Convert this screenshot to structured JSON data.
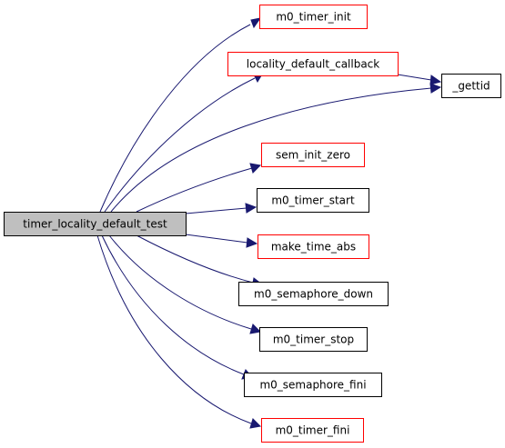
{
  "graph": {
    "root": {
      "id": "root",
      "label": "timer_locality_default_test"
    },
    "callees": [
      {
        "id": "m0_timer_init",
        "label": "m0_timer_init",
        "border": "#ff0000"
      },
      {
        "id": "locality_default_callback",
        "label": "locality_default_callback",
        "border": "#ff0000"
      },
      {
        "id": "gettid",
        "label": "_gettid",
        "border": "#000000"
      },
      {
        "id": "sem_init_zero",
        "label": "sem_init_zero",
        "border": "#ff0000"
      },
      {
        "id": "m0_timer_start",
        "label": "m0_timer_start",
        "border": "#000000"
      },
      {
        "id": "make_time_abs",
        "label": "make_time_abs",
        "border": "#ff0000"
      },
      {
        "id": "m0_semaphore_down",
        "label": "m0_semaphore_down",
        "border": "#000000"
      },
      {
        "id": "m0_timer_stop",
        "label": "m0_timer_stop",
        "border": "#000000"
      },
      {
        "id": "m0_semaphore_fini",
        "label": "m0_semaphore_fini",
        "border": "#000000"
      },
      {
        "id": "m0_timer_fini",
        "label": "m0_timer_fini",
        "border": "#ff0000"
      }
    ],
    "edges": [
      {
        "from": "root",
        "to": "m0_timer_init"
      },
      {
        "from": "root",
        "to": "locality_default_callback"
      },
      {
        "from": "root",
        "to": "gettid"
      },
      {
        "from": "locality_default_callback",
        "to": "gettid"
      },
      {
        "from": "root",
        "to": "sem_init_zero"
      },
      {
        "from": "root",
        "to": "m0_timer_start"
      },
      {
        "from": "root",
        "to": "make_time_abs"
      },
      {
        "from": "root",
        "to": "m0_semaphore_down"
      },
      {
        "from": "root",
        "to": "m0_timer_stop"
      },
      {
        "from": "root",
        "to": "m0_semaphore_fini"
      },
      {
        "from": "root",
        "to": "m0_timer_fini"
      }
    ],
    "colors": {
      "edge": "#191970",
      "root_fill": "#bfbfbf",
      "node_fill": "#ffffff"
    }
  }
}
